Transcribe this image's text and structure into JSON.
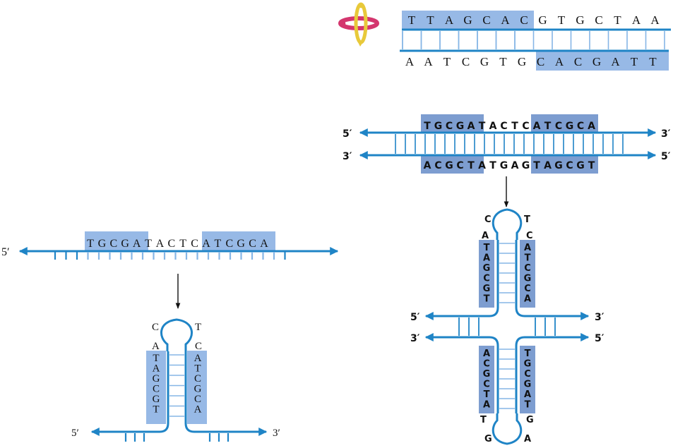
{
  "colors": {
    "strand": "#1f84c6",
    "box": "#97b9e6",
    "box_dark": "#6f8fc6",
    "rung": "#86b6e6",
    "arrow_black": "#111111",
    "rot_pink": "#d4366e",
    "rot_yellow": "#e8c93a"
  },
  "icons": [
    "rotation-symmetry-icon",
    "arrow-left-icon",
    "arrow-right-icon",
    "arrow-down-icon"
  ],
  "palindrome": {
    "top_seq": [
      "T",
      "T",
      "A",
      "G",
      "C",
      "A",
      "C",
      "G",
      "T",
      "G",
      "C",
      "T",
      "A",
      "A"
    ],
    "bottom_seq": [
      "A",
      "A",
      "T",
      "C",
      "G",
      "T",
      "G",
      "C",
      "A",
      "C",
      "G",
      "A",
      "T",
      "T"
    ]
  },
  "single_strand": {
    "five_prime": "5′",
    "seq": [
      "T",
      "G",
      "C",
      "G",
      "A",
      "T",
      "A",
      "C",
      "T",
      "C",
      "A",
      "T",
      "C",
      "G",
      "C",
      "A"
    ],
    "hairpin": {
      "loop_left": "C",
      "loop_right": "T",
      "stem_top_left": "A",
      "stem_top_right": "C",
      "stem_left": [
        "T",
        "A",
        "G",
        "C",
        "G",
        "T"
      ],
      "stem_right": [
        "A",
        "T",
        "C",
        "G",
        "C",
        "A"
      ],
      "five_prime": "5′",
      "three_prime": "3′"
    }
  },
  "double_strand": {
    "top_left": "5′",
    "top_right": "3′",
    "bottom_left": "3′",
    "bottom_right": "5′",
    "top_seq": [
      "T",
      "G",
      "C",
      "G",
      "A",
      "T",
      "A",
      "C",
      "T",
      "C",
      "A",
      "T",
      "C",
      "G",
      "C",
      "A"
    ],
    "bottom_seq": [
      "A",
      "C",
      "G",
      "C",
      "T",
      "A",
      "T",
      "G",
      "A",
      "G",
      "T",
      "A",
      "G",
      "C",
      "G",
      "T"
    ],
    "cruciform": {
      "upper_loop_left": "C",
      "upper_loop_right": "T",
      "upper_stem_top_left": "A",
      "upper_stem_top_right": "C",
      "upper_left": [
        "T",
        "A",
        "G",
        "C",
        "G",
        "T"
      ],
      "upper_right": [
        "A",
        "T",
        "C",
        "G",
        "C",
        "A"
      ],
      "mid_top_left": "5′",
      "mid_top_right": "3′",
      "mid_bottom_left": "3′",
      "mid_bottom_right": "5′",
      "lower_left": [
        "A",
        "C",
        "G",
        "C",
        "T",
        "A"
      ],
      "lower_right": [
        "T",
        "G",
        "C",
        "G",
        "A",
        "T"
      ],
      "lower_stem_bottom_left": "T",
      "lower_stem_bottom_right": "G",
      "lower_loop_left": "G",
      "lower_loop_right": "A"
    }
  }
}
